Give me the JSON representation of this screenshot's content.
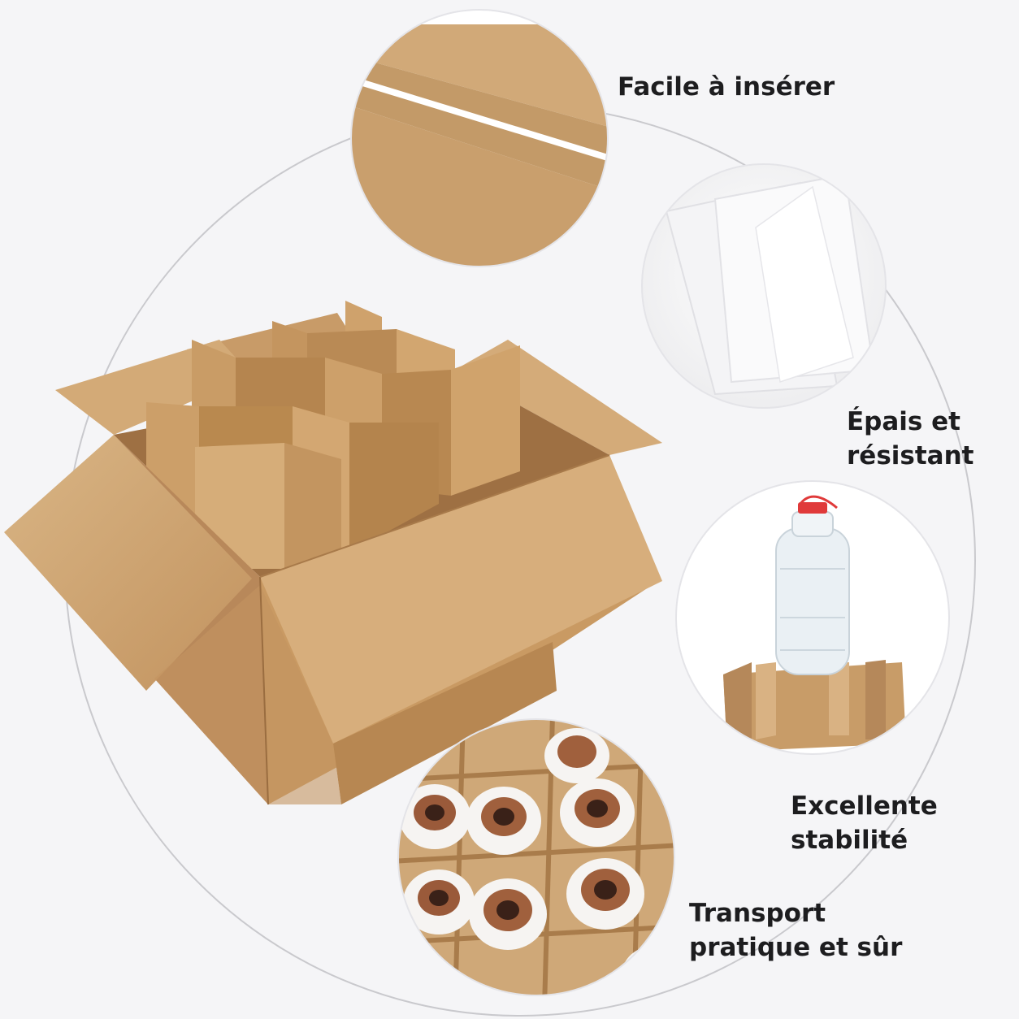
{
  "features": [
    {
      "lines": [
        "Facile à insérer"
      ]
    },
    {
      "lines": [
        "Épais et",
        "résistant"
      ]
    },
    {
      "lines": [
        "Excellente",
        "stabilité"
      ]
    },
    {
      "lines": [
        "Transport",
        "pratique et sûr"
      ]
    }
  ],
  "colors": {
    "background": "#f5f5f7",
    "kraft": "#c79a66",
    "kraft_light": "#d8b383",
    "kraft_dark": "#a9794a",
    "ring": "#c8c8cc",
    "text": "#1d1d1f"
  }
}
